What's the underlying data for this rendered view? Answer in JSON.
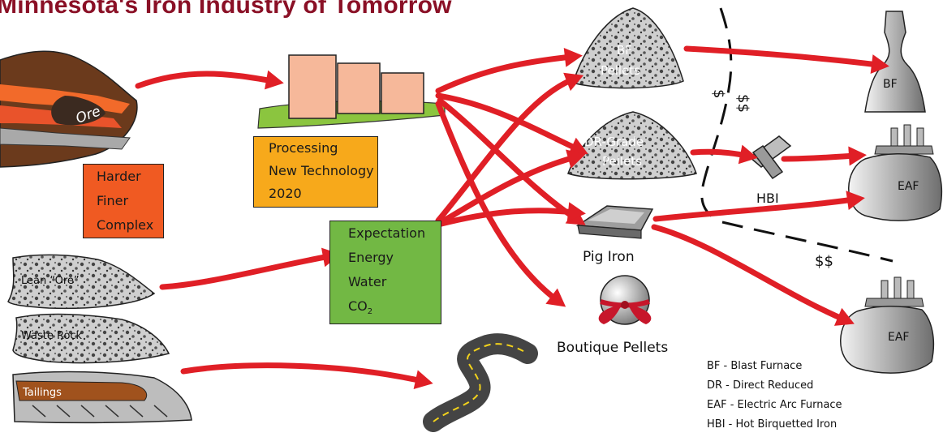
{
  "title": "Minnesota's Iron Industry of Tomorrow",
  "ore_label": "Ore",
  "ore_box": [
    "Harder",
    "Finer",
    "Complex"
  ],
  "processing_box": [
    "Processing",
    "New Technology",
    "2020"
  ],
  "expectation_box": [
    "Expectation",
    "Energy",
    "Water",
    "CO"
  ],
  "co2_subscript": "2",
  "lean_ore_label": "Lean “Ore”",
  "waste_rock_label": "Waste Rock",
  "tailings_label": "Tailings",
  "bf_pellets": [
    "BF",
    "Pellets"
  ],
  "dr_pellets": [
    "DR-Grade",
    "Pellets"
  ],
  "pig_iron": "Pig Iron",
  "boutique_pellets": "Boutique Pellets",
  "hbi": "HBI",
  "bf": "BF",
  "eaf_top": "EAF",
  "eaf_bottom": "EAF",
  "cost_1": "$",
  "cost_2": "$$",
  "cost_3": "$$",
  "legend": [
    "BF - Blast Furnace",
    "DR - Direct Reduced",
    "EAF - Electric Arc Furnace",
    "HBI - Hot Birquetted Iron"
  ],
  "colors": {
    "title": "#8a1026",
    "arrow": "#e01f26",
    "ore_box": "#f05a22",
    "processing_box": "#f7a91b",
    "expectation_box": "#72b844"
  }
}
